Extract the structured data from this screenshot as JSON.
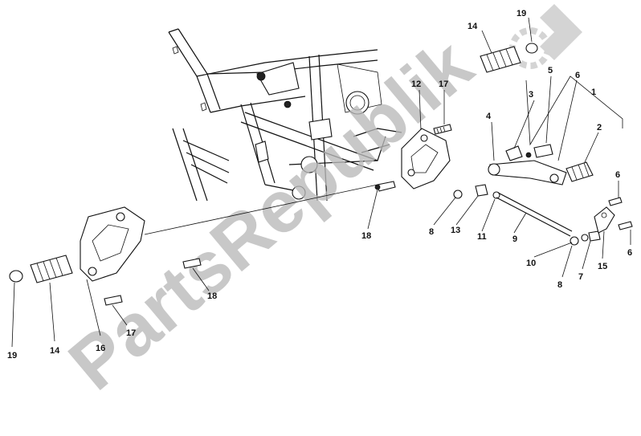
{
  "watermark": {
    "text": "PartsRepublik"
  },
  "callouts": [
    {
      "id": "c19-top",
      "text": "19"
    },
    {
      "id": "c14-top",
      "text": "14"
    },
    {
      "id": "c17-top",
      "text": "17"
    },
    {
      "id": "c12",
      "text": "12"
    },
    {
      "id": "c5",
      "text": "5"
    },
    {
      "id": "c6-top",
      "text": "6"
    },
    {
      "id": "c1",
      "text": "1"
    },
    {
      "id": "c3",
      "text": "3"
    },
    {
      "id": "c4",
      "text": "4"
    },
    {
      "id": "c2",
      "text": "2"
    },
    {
      "id": "c6-right",
      "text": "6"
    },
    {
      "id": "c18-mid",
      "text": "18"
    },
    {
      "id": "c8-mid",
      "text": "8"
    },
    {
      "id": "c13",
      "text": "13"
    },
    {
      "id": "c11",
      "text": "11"
    },
    {
      "id": "c9",
      "text": "9"
    },
    {
      "id": "c10",
      "text": "10"
    },
    {
      "id": "c8-low",
      "text": "8"
    },
    {
      "id": "c7",
      "text": "7"
    },
    {
      "id": "c15",
      "text": "15"
    },
    {
      "id": "c6-low",
      "text": "6"
    },
    {
      "id": "c18-left",
      "text": "18"
    },
    {
      "id": "c17-left",
      "text": "17"
    },
    {
      "id": "c16",
      "text": "16"
    },
    {
      "id": "c14-left",
      "text": "14"
    },
    {
      "id": "c19-left",
      "text": "19"
    }
  ]
}
